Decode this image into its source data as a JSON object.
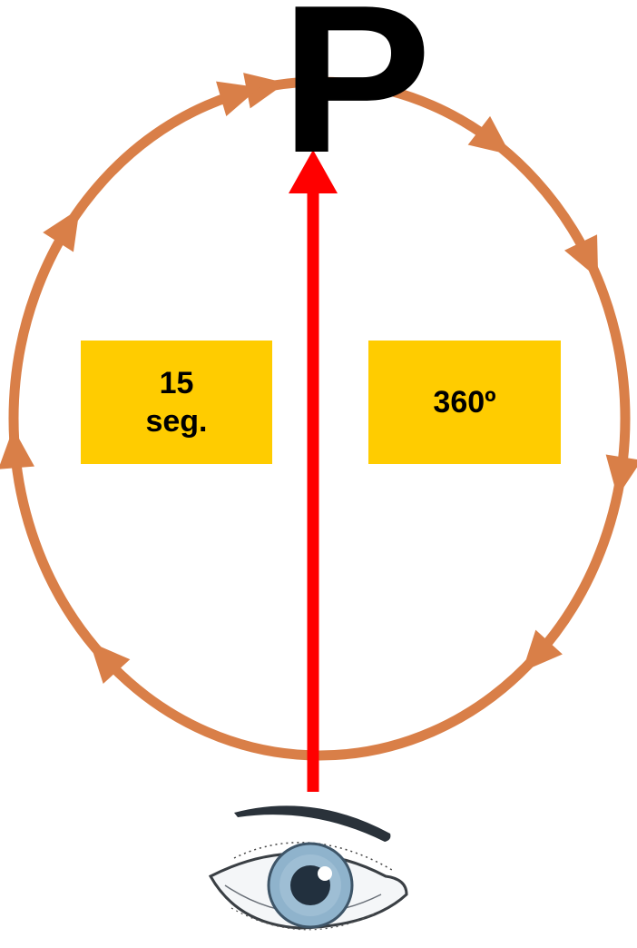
{
  "target_label": "P",
  "time_box": {
    "line1": "15",
    "line2": "seg."
  },
  "angle_box": {
    "text": "360º"
  },
  "colors": {
    "orbit": "#D97F48",
    "sight_line": "#FF0000",
    "box_fill": "#FFCC00",
    "iris": "#8FB3CC",
    "pupil": "#22303E"
  },
  "icons": [
    "eye-icon",
    "direction-arrow-icon"
  ]
}
